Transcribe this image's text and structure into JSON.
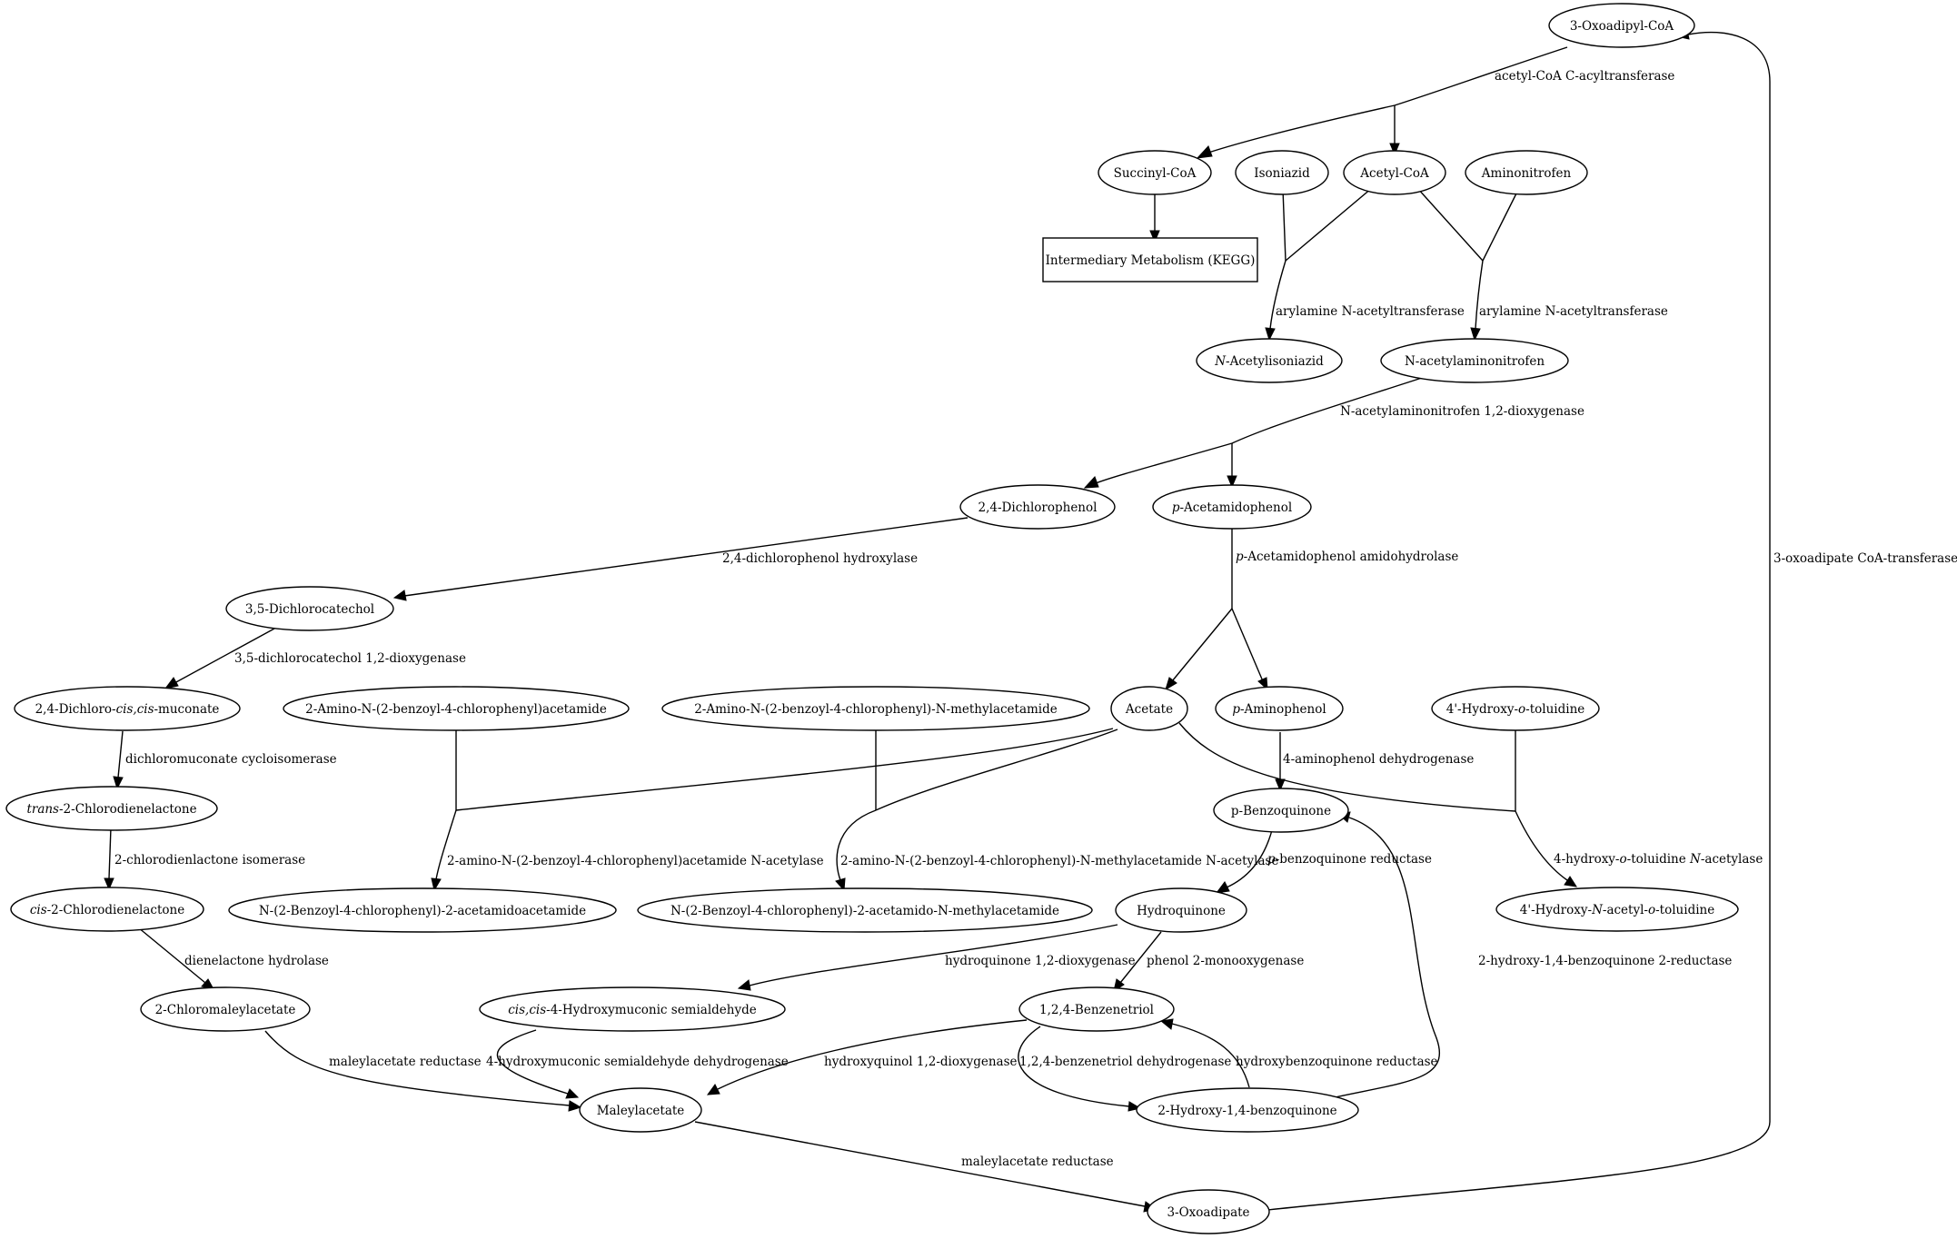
{
  "nodes": {
    "oxoadipyl_coa": {
      "text": "3-Oxoadipyl-CoA"
    },
    "succinyl_coa": {
      "text": "Succinyl-CoA"
    },
    "isoniazid": {
      "text": "Isoniazid"
    },
    "acetyl_coa": {
      "text": "Acetyl-CoA"
    },
    "aminonitrofen": {
      "text": "Aminonitrofen"
    },
    "intermediary": {
      "text": "Intermediary Metabolism (KEGG)"
    },
    "acetylisoniazid": {
      "pre": "N",
      "text": "-Acetylisoniazid"
    },
    "acetylaminonitrofen": {
      "text": "N-acetylaminonitrofen"
    },
    "dichlorophenol": {
      "text": "2,4-Dichlorophenol"
    },
    "acetamidophenol": {
      "pre": "p",
      "text": "-Acetamidophenol"
    },
    "dichlorocatechol": {
      "text": "3,5-Dichlorocatechol"
    },
    "dichloromuconate": {
      "a": "2,4-Dichloro-",
      "b": "cis,cis",
      "c": "-muconate"
    },
    "amino_benzoyl_acetamide": {
      "text": "2-Amino-N-(2-benzoyl-4-chlorophenyl)acetamide"
    },
    "amino_benzoyl_methylacetamide": {
      "text": "2-Amino-N-(2-benzoyl-4-chlorophenyl)-N-methylacetamide"
    },
    "acetate": {
      "text": "Acetate"
    },
    "aminophenol": {
      "pre": "p",
      "text": "-Aminophenol"
    },
    "hydroxy_toluidine": {
      "a": "4'-Hydroxy-",
      "b": "o",
      "c": "-toluidine"
    },
    "trans_chlorodienelactone": {
      "pre": "trans",
      "text": "-2-Chlorodienelactone"
    },
    "benzoquinone": {
      "text": "p-Benzoquinone"
    },
    "cis_chlorodienelactone": {
      "pre": "cis",
      "text": "-2-Chlorodienelactone"
    },
    "benzoyl_acetamidoacetamide": {
      "text": "N-(2-Benzoyl-4-chlorophenyl)-2-acetamidoacetamide"
    },
    "benzoyl_acetamido_methylacetamide": {
      "text": "N-(2-Benzoyl-4-chlorophenyl)-2-acetamido-N-methylacetamide"
    },
    "hydroquinone": {
      "text": "Hydroquinone"
    },
    "hydroxy_acetyl_toluidine": {
      "a": "4'-Hydroxy-",
      "b": "N",
      "c": "-acetyl-",
      "d": "o",
      "e": "-toluidine"
    },
    "chloromaleylacetate": {
      "text": "2-Chloromaleylacetate"
    },
    "hydroxymuconic_semialdehyde": {
      "pre": "cis,cis",
      "text": "-4-Hydroxymuconic semialdehyde"
    },
    "benzenetriol": {
      "text": "1,2,4-Benzenetriol"
    },
    "maleylacetate": {
      "text": "Maleylacetate"
    },
    "hydroxybenzoquinone": {
      "text": "2-Hydroxy-1,4-benzoquinone"
    },
    "oxoadipate": {
      "text": "3-Oxoadipate"
    }
  },
  "edge_labels": {
    "acetyl_coa_c_acyltransferase": {
      "text": "acetyl-CoA C-acyltransferase"
    },
    "arylamine_nat_1": {
      "text": "arylamine N-acetyltransferase"
    },
    "arylamine_nat_2": {
      "text": "arylamine N-acetyltransferase"
    },
    "acetylaminonitrofen_dioxygenase": {
      "text": "N-acetylaminonitrofen 1,2-dioxygenase"
    },
    "dichlorophenol_hydroxylase": {
      "text": "2,4-dichlorophenol hydroxylase"
    },
    "acetamidophenol_amidohydrolase": {
      "pre": "p",
      "text": "-Acetamidophenol amidohydrolase"
    },
    "dichlorocatechol_dioxygenase": {
      "text": "3,5-dichlorocatechol 1,2-dioxygenase"
    },
    "dichloromuconate_cycloisomerase": {
      "text": "dichloromuconate cycloisomerase"
    },
    "aminophenol_dehydrogenase": {
      "text": "4-aminophenol dehydrogenase"
    },
    "chlorodienelactone_isomerase": {
      "text": "2-chlorodienlactone isomerase"
    },
    "amino_benzoyl_acetamide_nacetylase": {
      "text": "2-amino-N-(2-benzoyl-4-chlorophenyl)acetamide N-acetylase"
    },
    "amino_benzoyl_methylacetamide_nacetylase": {
      "text": "2-amino-N-(2-benzoyl-4-chlorophenyl)-N-methylacetamide N-acetylase"
    },
    "benzoquinone_reductase": {
      "pre": "p",
      "text": "-benzoquinone reductase"
    },
    "hydroxy_toluidine_nacetylase": {
      "a": "4-hydroxy-",
      "b": "o",
      "c": "-toluidine ",
      "d": "N",
      "e": "-acetylase"
    },
    "dienelactone_hydrolase": {
      "text": "dienelactone hydrolase"
    },
    "hydroquinone_dioxygenase": {
      "text": "hydroquinone 1,2-dioxygenase"
    },
    "phenol_monooxygenase": {
      "text": "phenol 2-monooxygenase"
    },
    "hydroxybenzoquinone_2_reductase": {
      "text": "2-hydroxy-1,4-benzoquinone 2-reductase"
    },
    "oxoadipate_coa_transferase": {
      "text": "3-oxoadipate CoA-transferase"
    },
    "maleylacetate_reductase_1": {
      "text": "maleylacetate reductase"
    },
    "hydroxymuconic_semialdehyde_dehydrogenase": {
      "text": "4-hydroxymuconic semialdehyde dehydrogenase"
    },
    "hydroxyquinol_dioxygenase": {
      "text": "hydroxyquinol 1,2-dioxygenase"
    },
    "benzenetriol_dehydrogenase": {
      "text": "1,2,4-benzenetriol dehydrogenase"
    },
    "hydroxybenzoquinone_reductase": {
      "text": "hydroxybenzoquinone reductase"
    },
    "maleylacetate_reductase_2": {
      "text": "maleylacetate reductase"
    }
  }
}
